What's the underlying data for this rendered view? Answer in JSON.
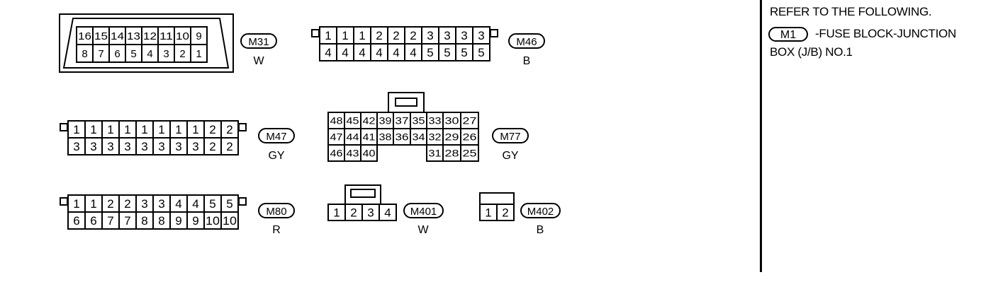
{
  "reference": {
    "line1": "REFER TO THE FOLLOWING.",
    "badge": "M1",
    "line2": "-FUSE BLOCK-JUNCTION",
    "line3": "BOX (J/B) NO.1"
  },
  "connectors": [
    {
      "id": "M31",
      "color": "W",
      "rows": [
        [
          "16",
          "15",
          "14",
          "13",
          "12",
          "11",
          "10",
          "9"
        ],
        [
          "8",
          "7",
          "6",
          "5",
          "4",
          "3",
          "2",
          "1"
        ]
      ]
    },
    {
      "id": "M46",
      "color": "B",
      "rows": [
        [
          "1",
          "1",
          "1",
          "2",
          "2",
          "2",
          "3",
          "3",
          "3",
          "3"
        ],
        [
          "4",
          "4",
          "4",
          "4",
          "4",
          "4",
          "5",
          "5",
          "5",
          "5"
        ]
      ]
    },
    {
      "id": "M47",
      "color": "GY",
      "rows": [
        [
          "1",
          "1",
          "1",
          "1",
          "1",
          "1",
          "1",
          "1",
          "2",
          "2"
        ],
        [
          "3",
          "3",
          "3",
          "3",
          "3",
          "3",
          "3",
          "3",
          "2",
          "2"
        ]
      ]
    },
    {
      "id": "M77",
      "color": "GY",
      "rows": [
        [
          "48",
          "45",
          "42",
          "39",
          "37",
          "35",
          "33",
          "30",
          "27"
        ],
        [
          "47",
          "44",
          "41",
          "38",
          "36",
          "34",
          "32",
          "29",
          "26"
        ],
        [
          "46",
          "43",
          "40",
          "",
          "",
          "",
          "31",
          "28",
          "25"
        ]
      ]
    },
    {
      "id": "M80",
      "color": "R",
      "rows": [
        [
          "1",
          "1",
          "2",
          "2",
          "3",
          "3",
          "4",
          "4",
          "5",
          "5"
        ],
        [
          "6",
          "6",
          "7",
          "7",
          "8",
          "8",
          "9",
          "9",
          "10",
          "10"
        ]
      ]
    },
    {
      "id": "M401",
      "color": "W",
      "rows": [
        [
          "1",
          "2",
          "3",
          "4"
        ]
      ]
    },
    {
      "id": "M402",
      "color": "B",
      "rows": [
        [
          "1",
          "2"
        ]
      ]
    }
  ]
}
